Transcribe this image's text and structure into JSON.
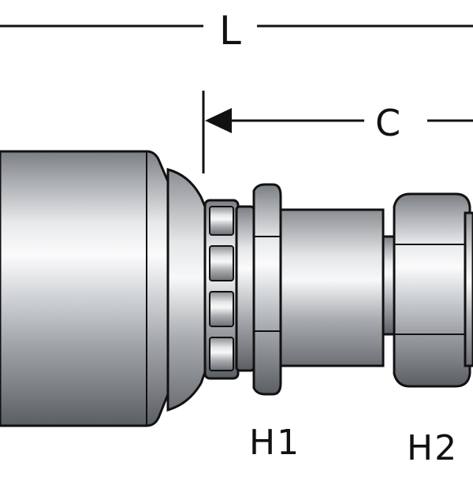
{
  "diagram": {
    "labels": {
      "overall_length": "L",
      "cut_off_length": "C",
      "hex_1": "H1",
      "hex_2": "H2"
    }
  }
}
